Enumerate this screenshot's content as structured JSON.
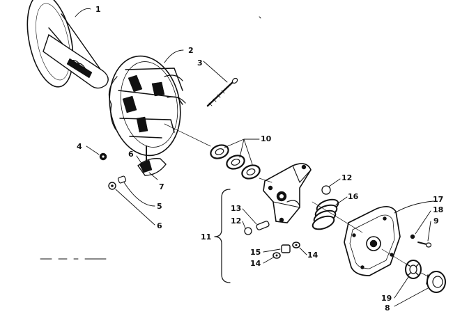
{
  "callouts": {
    "c1": "1",
    "c2": "2",
    "c3": "3",
    "c4": "4",
    "c5": "5",
    "c6a": "6",
    "c6b": "6",
    "c7": "7",
    "c8": "8",
    "c9": "9",
    "c10": "10",
    "c11": "11",
    "c12a": "12",
    "c12b": "12",
    "c13": "13",
    "c14a": "14",
    "c14b": "14",
    "c15": "15",
    "c16": "16",
    "c17": "17",
    "c18": "18",
    "c19": "19"
  },
  "colors": {
    "ink": "#111111",
    "paper": "#ffffff"
  }
}
